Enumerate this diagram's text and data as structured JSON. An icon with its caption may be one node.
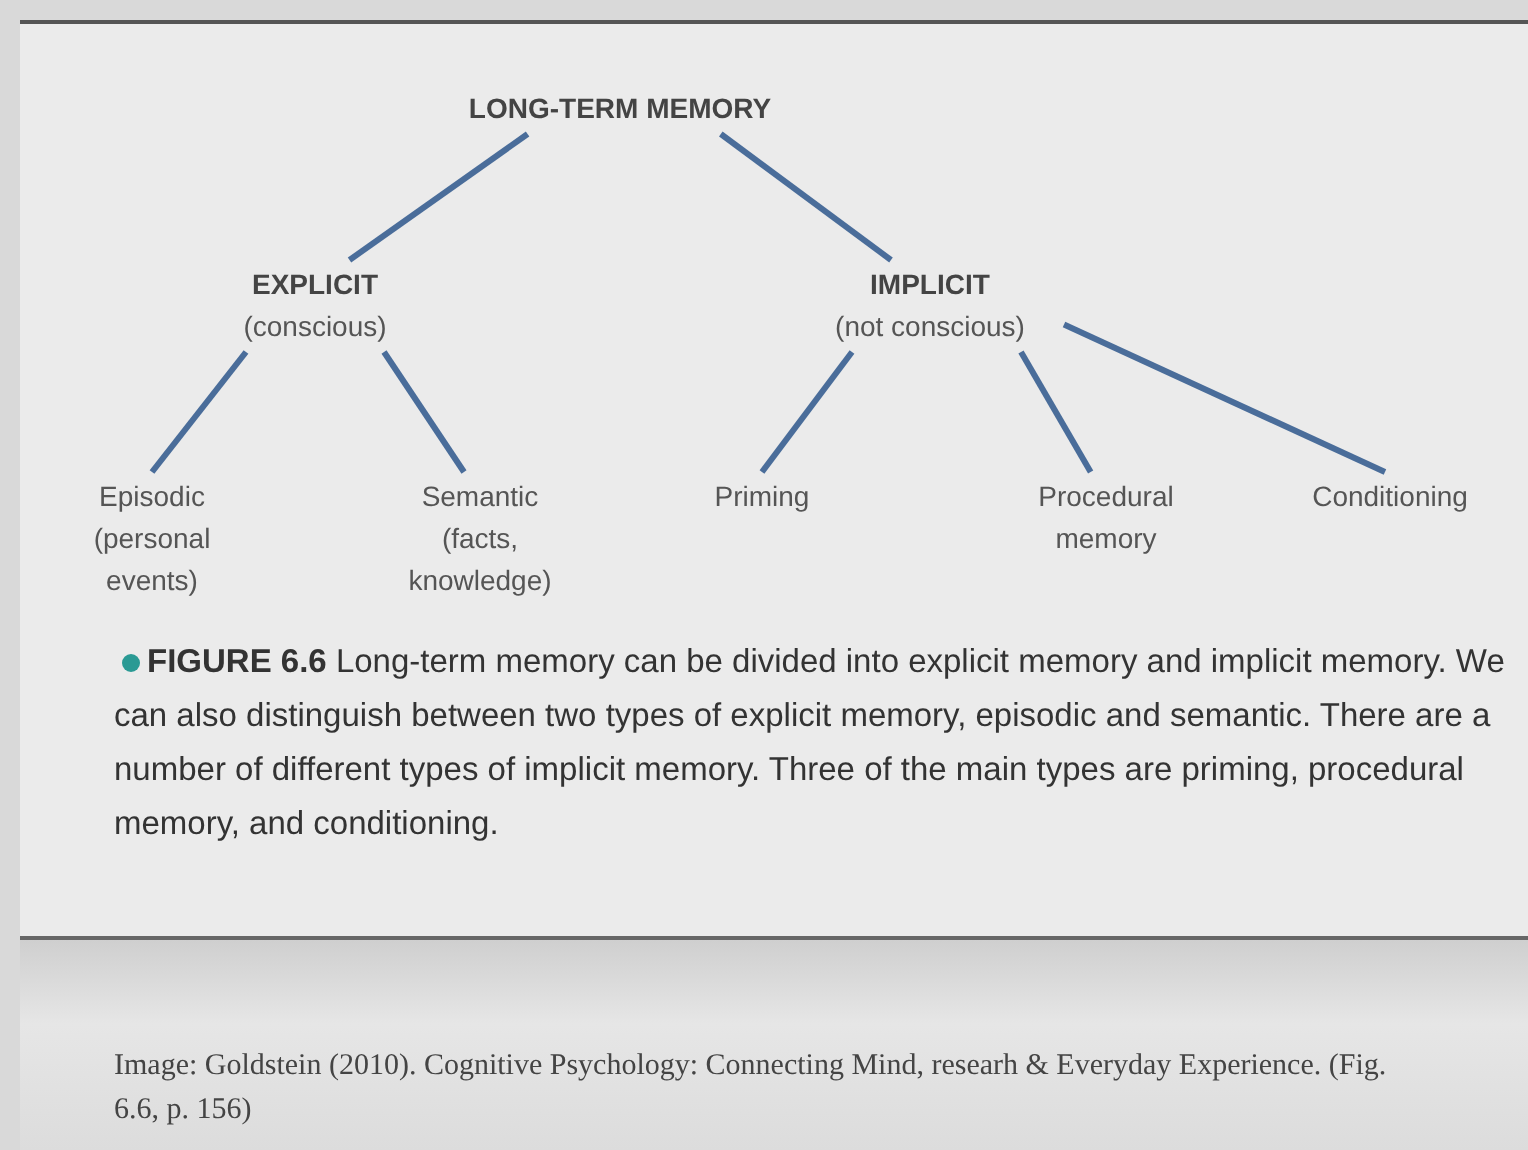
{
  "diagram": {
    "caption": "**FIGURE 6.6** Long-term memory can be divided into explicit memory and implicit memory. We can also distinguish between two types of explicit memory, episodic and semantic. There are a number of different types of implicit memory. Three of the main types are priming, procedural memory, and conditioning.",
    "nodes": [
      {
        "text": [
          "LONG-TERM MEMORY"
        ]
      },
      {
        "text": [
          "EXPLICIT",
          "(conscious)"
        ]
      },
      {
        "text": [
          "IMPLICIT",
          "(not conscious)"
        ]
      },
      {
        "text": [
          "Episodic (personal events)"
        ]
      },
      {
        "text": [
          "Semantic (facts, knowledge)"
        ]
      },
      {
        "text": [
          "Priming"
        ]
      },
      {
        "text": [
          "Procedural memory"
        ]
      },
      {
        "text": [
          "Conditioning"
        ]
      }
    ],
    "edges": [
      {
        "from": 0,
        "to": 1,
        "arrow": "none"
      },
      {
        "from": 0,
        "to": 2,
        "arrow": "none"
      },
      {
        "from": 1,
        "to": 3,
        "arrow": "none"
      },
      {
        "from": 1,
        "to": 4,
        "arrow": "none"
      },
      {
        "from": 2,
        "to": 5,
        "arrow": "none"
      },
      {
        "from": 2,
        "to": 6,
        "arrow": "none"
      },
      {
        "from": 2,
        "to": 7,
        "arrow": "none"
      }
    ],
    "labels": [
      "Image: Goldstein (2010). Cognitive Psychology: Connecting Mind, researh & Everyday Experience. (Fig. 6.6, p. 156)"
    ]
  }
}
